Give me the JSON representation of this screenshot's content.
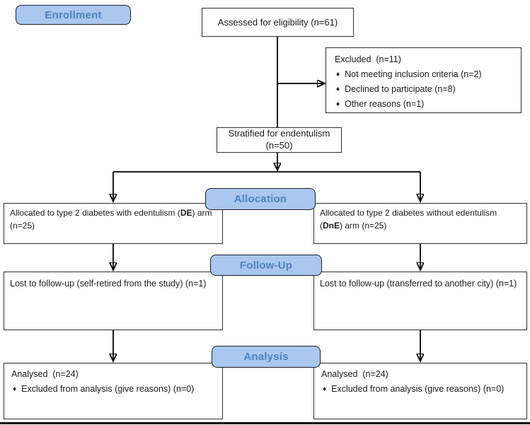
{
  "figure": {
    "bullet": "♦",
    "stages": {
      "enrollment": "Enrollment",
      "allocation": "Allocation",
      "followup": "Follow-Up",
      "analysis": "Analysis"
    },
    "boxes": {
      "assessed": "Assessed for eligibility (n=61)",
      "excluded": {
        "title": "Excluded  (n=11)",
        "items": [
          "Not meeting inclusion criteria (n=2)",
          "Declined to participate (n=8)",
          "Other reasons (n=1)"
        ]
      },
      "stratified": {
        "line1": "Stratified for endentulism",
        "line2": "(n=50)"
      },
      "alloc_de": {
        "pre": "Allocated to type 2 diabetes with edentulism (",
        "bold": "DE",
        "post": ") arm (n=25)"
      },
      "alloc_dne": {
        "pre": "Allocated to type 2 diabetes without edentulism (",
        "bold": "DnE",
        "post": ") arm (n=25)"
      },
      "lost_de": "Lost to follow-up (self-retired from the study) (n=1)",
      "lost_dne": "Lost to follow-up (transferred to another city) (n=1)",
      "analysed_de": {
        "title": "Analysed  (n=24)",
        "items": [
          "Excluded from analysis (give reasons) (n=0)"
        ]
      },
      "analysed_dne": {
        "title": "Analysed  (n=24)",
        "items": [
          "Excluded from analysis (give reasons) (n=0)"
        ]
      }
    },
    "colors": {
      "stage_fill": "#a9c7ef",
      "stage_text": "#4f81bd",
      "stage_border": "#1b1e28",
      "box_border": "#2e2e2e",
      "line": "#000000"
    }
  }
}
